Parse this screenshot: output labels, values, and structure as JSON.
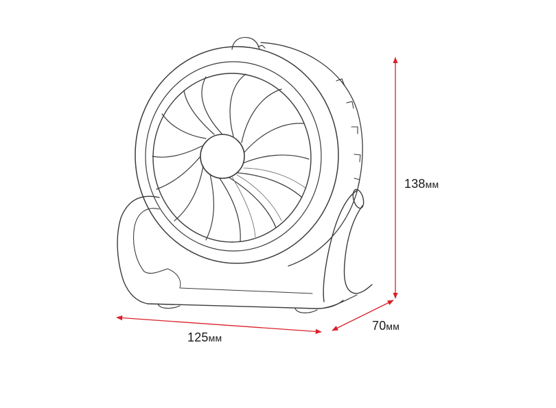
{
  "figure": {
    "subject": "desk-fan-line-sketch",
    "stroke_color": "#3a3a3a",
    "dimension_color": "#d8202a",
    "background": "#ffffff"
  },
  "dimensions": {
    "height": {
      "value": "138",
      "unit": "мм",
      "text": "138мм"
    },
    "width": {
      "value": "125",
      "unit": "мм",
      "text": "125мм"
    },
    "depth": {
      "value": "70",
      "unit": "мм",
      "text": "70мм"
    }
  }
}
